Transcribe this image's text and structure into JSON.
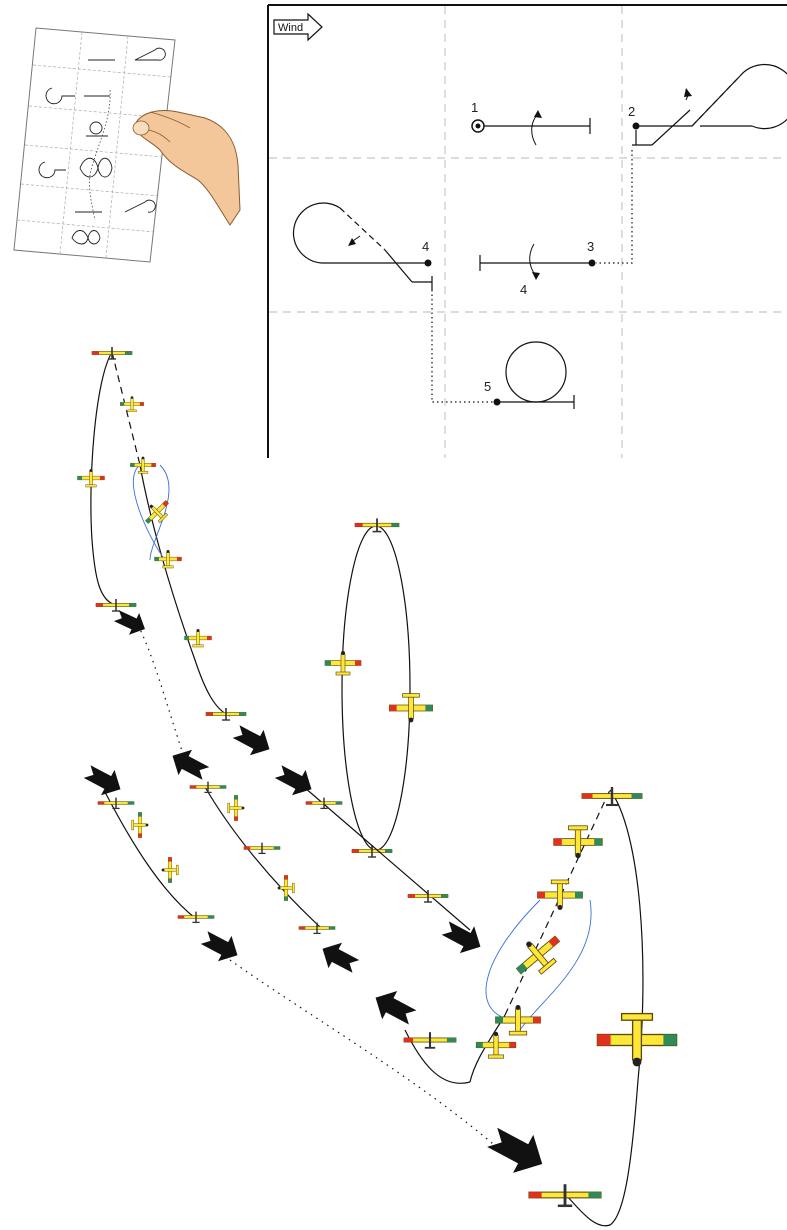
{
  "wind_label": "Wind",
  "maneuver_labels": {
    "m1": "1",
    "m2": "2",
    "m3": "3",
    "m4": "4",
    "m4_rotation": "4",
    "m5": "5"
  },
  "colors": {
    "line": "#111111",
    "grid": "#c8c8c8",
    "plane_body": "#ffe63a",
    "plane_outline": "#5a4a00",
    "wing_green": "#2e8b57",
    "wing_red": "#e0301e",
    "shadow": "#111111",
    "twist": "#3a6fd8",
    "skin": "#f3c79a"
  }
}
